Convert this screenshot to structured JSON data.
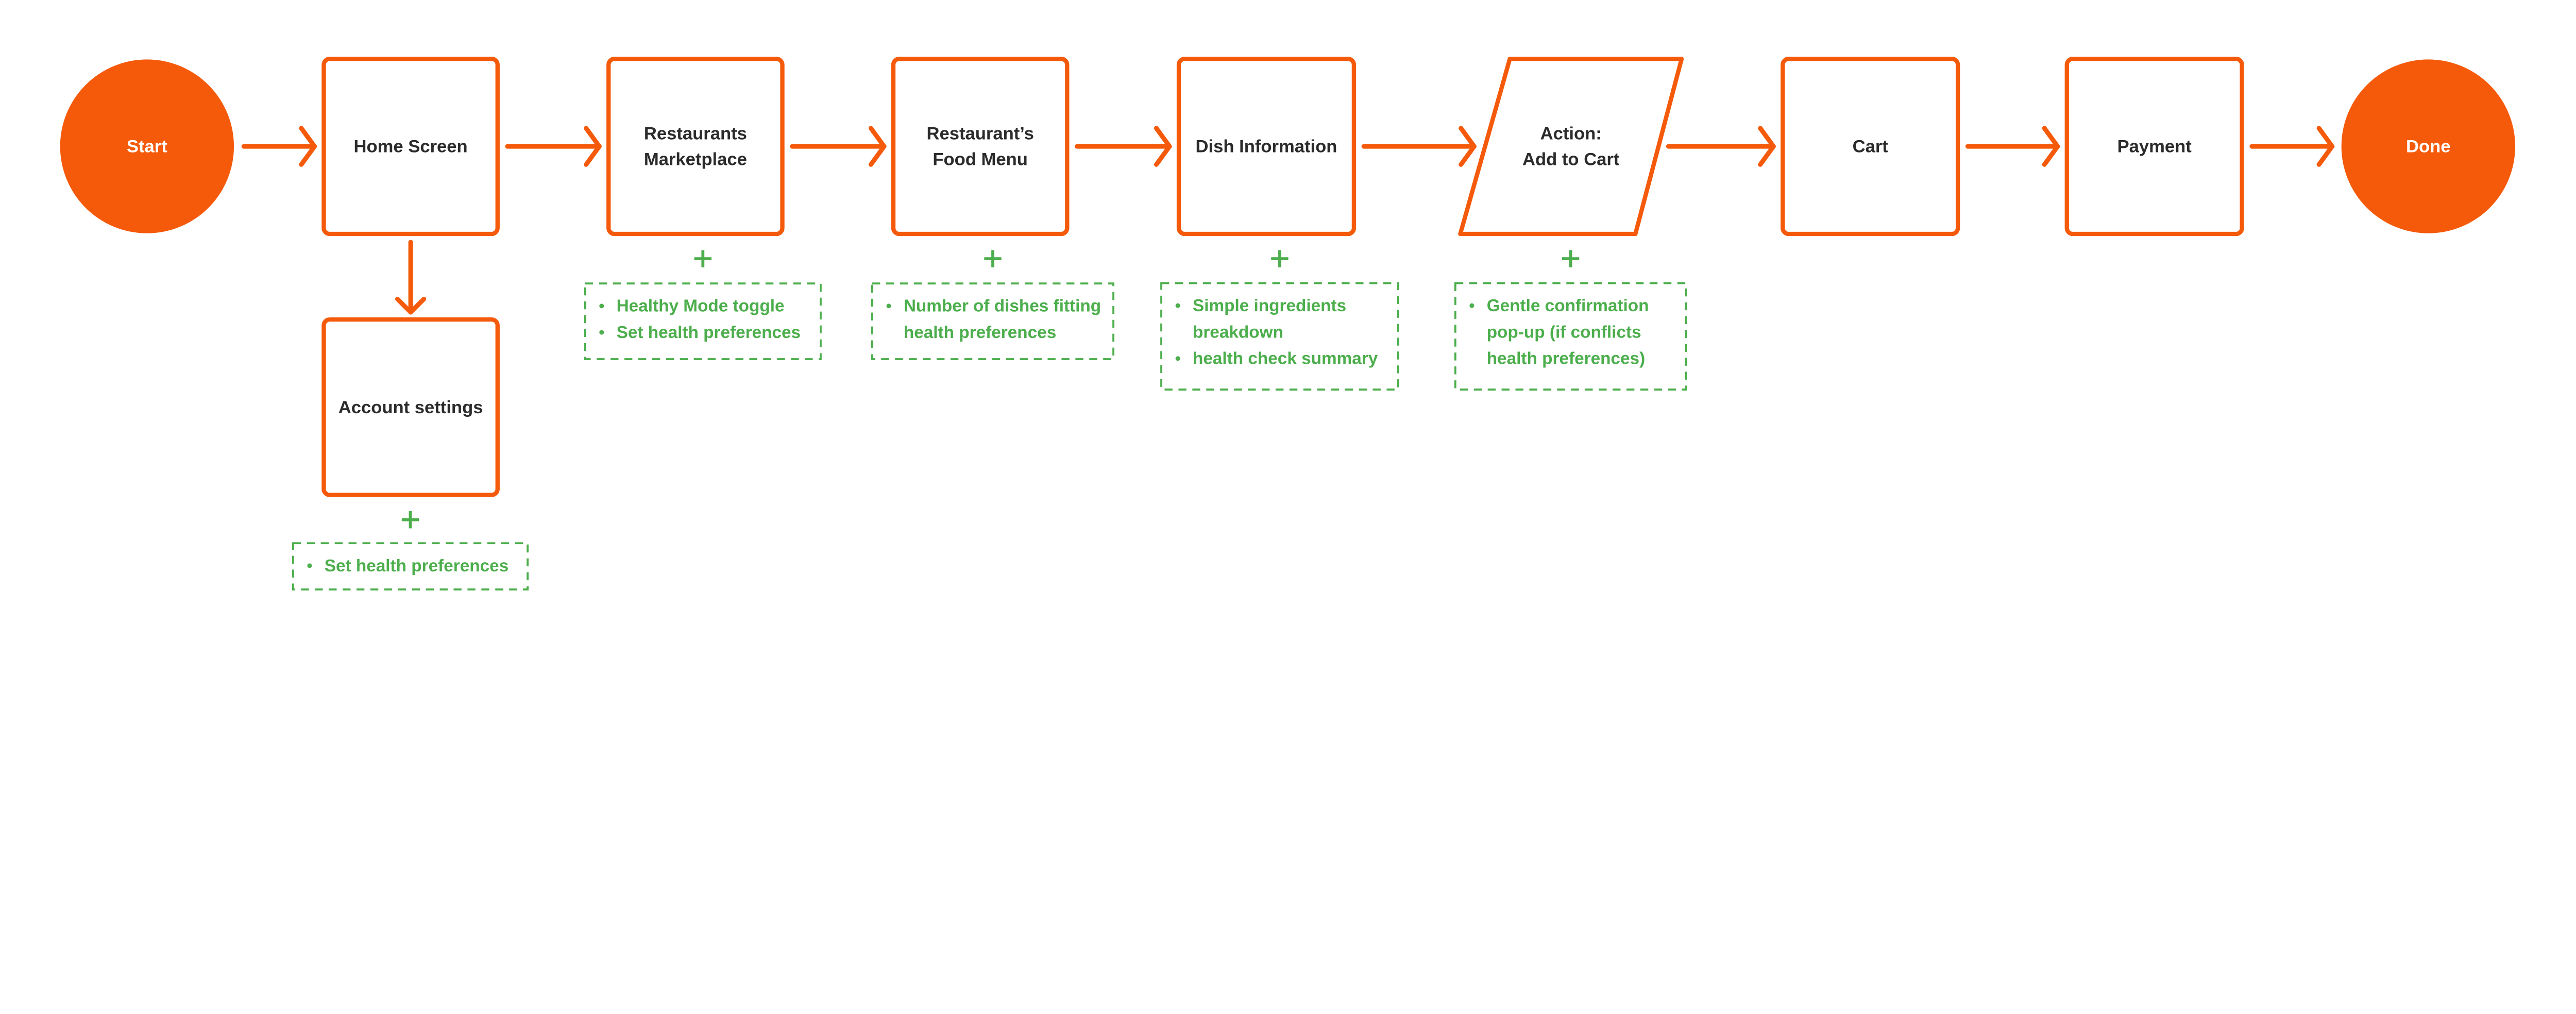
{
  "colors": {
    "accent": "#F55A0A",
    "note": "#4CAE4C",
    "text": "#2B2B2B",
    "terminal_text": "#FFFFFF"
  },
  "nodes": [
    {
      "id": "start",
      "shape": "circle",
      "lines": [
        "Start"
      ]
    },
    {
      "id": "home",
      "shape": "rect",
      "lines": [
        "Home Screen"
      ]
    },
    {
      "id": "market",
      "shape": "rect",
      "lines": [
        "Restaurants",
        "Marketplace"
      ]
    },
    {
      "id": "menu",
      "shape": "rect",
      "lines": [
        "Restaurant’s",
        "Food Menu"
      ]
    },
    {
      "id": "dish",
      "shape": "rect",
      "lines": [
        "Dish Information"
      ]
    },
    {
      "id": "action",
      "shape": "parallelogram",
      "lines": [
        "Action:",
        "Add to Cart"
      ]
    },
    {
      "id": "cart",
      "shape": "rect",
      "lines": [
        "Cart"
      ]
    },
    {
      "id": "payment",
      "shape": "rect",
      "lines": [
        "Payment"
      ]
    },
    {
      "id": "done",
      "shape": "circle",
      "lines": [
        "Done"
      ]
    },
    {
      "id": "account",
      "shape": "rect",
      "lines": [
        "Account settings"
      ]
    }
  ],
  "edges": [
    [
      "start",
      "home"
    ],
    [
      "home",
      "market"
    ],
    [
      "market",
      "menu"
    ],
    [
      "menu",
      "dish"
    ],
    [
      "dish",
      "action"
    ],
    [
      "action",
      "cart"
    ],
    [
      "cart",
      "payment"
    ],
    [
      "payment",
      "done"
    ],
    [
      "home",
      "account"
    ]
  ],
  "notes": [
    {
      "node": "market",
      "bullets": [
        [
          "Healthy Mode toggle"
        ],
        [
          "Set health preferences"
        ]
      ]
    },
    {
      "node": "menu",
      "bullets": [
        [
          "Number of dishes fitting",
          "health preferences"
        ]
      ]
    },
    {
      "node": "dish",
      "bullets": [
        [
          "Simple ingredients",
          "breakdown"
        ],
        [
          "health check summary"
        ]
      ]
    },
    {
      "node": "action",
      "bullets": [
        [
          "Gentle confirmation",
          "pop-up (if conflicts",
          "health preferences)"
        ]
      ]
    },
    {
      "node": "account",
      "bullets": [
        [
          "Set health preferences"
        ]
      ]
    }
  ]
}
